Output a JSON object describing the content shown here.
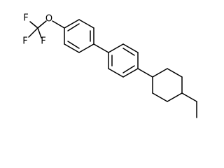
{
  "structure": {
    "atoms": {
      "oxygen": "O",
      "fluorine_top": "F",
      "fluorine_left": "F",
      "fluorine_bottom": "F"
    }
  }
}
